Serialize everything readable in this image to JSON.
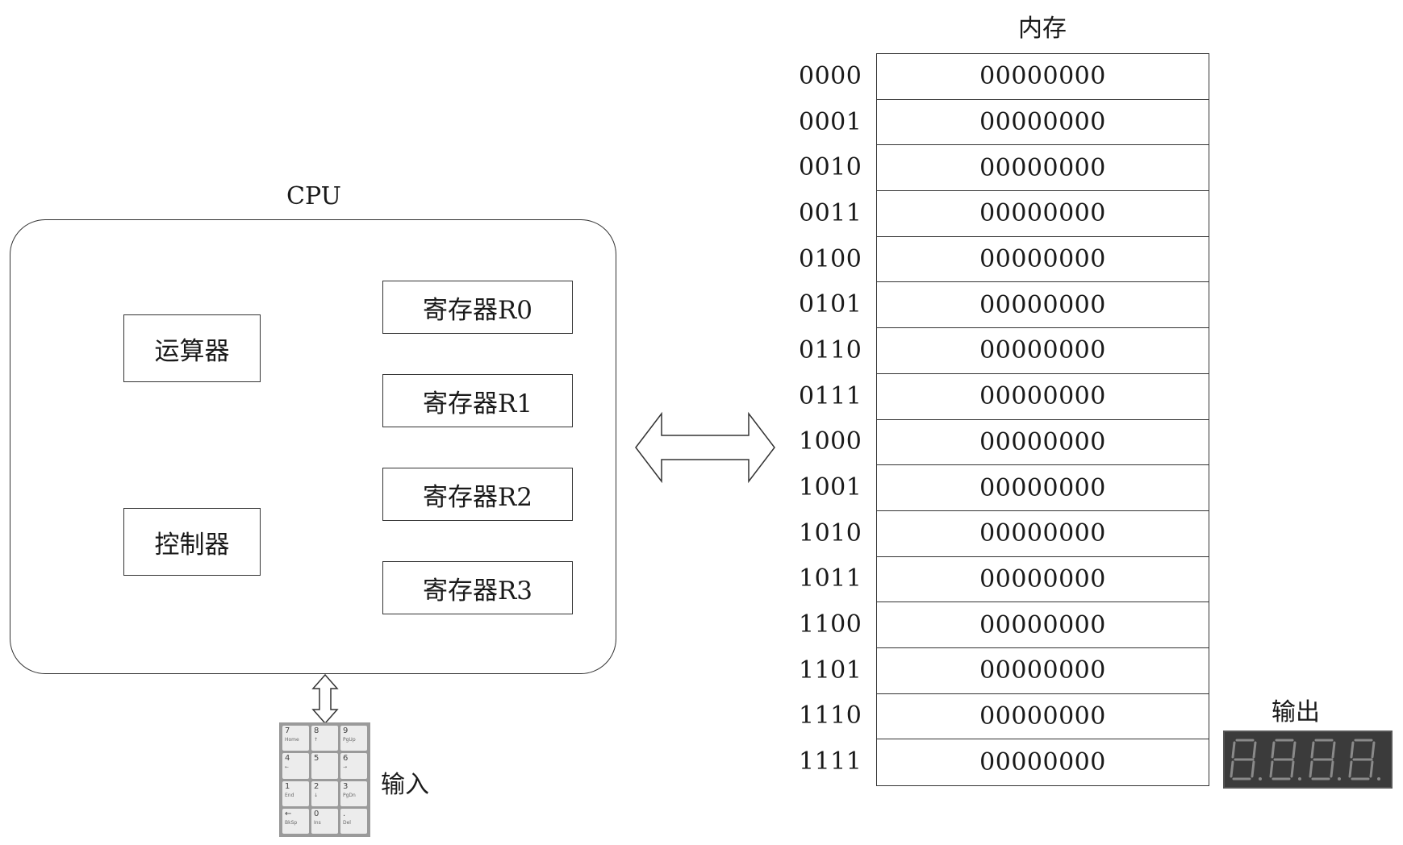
{
  "cpu": {
    "title": "CPU",
    "alu_label": "运算器",
    "controller_label": "控制器",
    "registers": [
      "寄存器R0",
      "寄存器R1",
      "寄存器R2",
      "寄存器R3"
    ]
  },
  "memory": {
    "title": "内存",
    "rows": [
      {
        "address": "0000",
        "value": "00000000"
      },
      {
        "address": "0001",
        "value": "00000000"
      },
      {
        "address": "0010",
        "value": "00000000"
      },
      {
        "address": "0011",
        "value": "00000000"
      },
      {
        "address": "0100",
        "value": "00000000"
      },
      {
        "address": "0101",
        "value": "00000000"
      },
      {
        "address": "0110",
        "value": "00000000"
      },
      {
        "address": "0111",
        "value": "00000000"
      },
      {
        "address": "1000",
        "value": "00000000"
      },
      {
        "address": "1001",
        "value": "00000000"
      },
      {
        "address": "1010",
        "value": "00000000"
      },
      {
        "address": "1011",
        "value": "00000000"
      },
      {
        "address": "1100",
        "value": "00000000"
      },
      {
        "address": "1101",
        "value": "00000000"
      },
      {
        "address": "1110",
        "value": "00000000"
      },
      {
        "address": "1111",
        "value": "00000000"
      }
    ]
  },
  "input": {
    "label": "输入",
    "keys": [
      {
        "main": "7",
        "sub": "Home"
      },
      {
        "main": "8",
        "sub": "↑"
      },
      {
        "main": "9",
        "sub": "PgUp"
      },
      {
        "main": "4",
        "sub": "←"
      },
      {
        "main": "5",
        "sub": ""
      },
      {
        "main": "6",
        "sub": "→"
      },
      {
        "main": "1",
        "sub": "End"
      },
      {
        "main": "2",
        "sub": "↓"
      },
      {
        "main": "3",
        "sub": "PgDn"
      },
      {
        "main": "←",
        "sub": "BkSp"
      },
      {
        "main": "0",
        "sub": "Ins"
      },
      {
        "main": ".",
        "sub": "Del"
      }
    ]
  },
  "output": {
    "label": "输出"
  }
}
